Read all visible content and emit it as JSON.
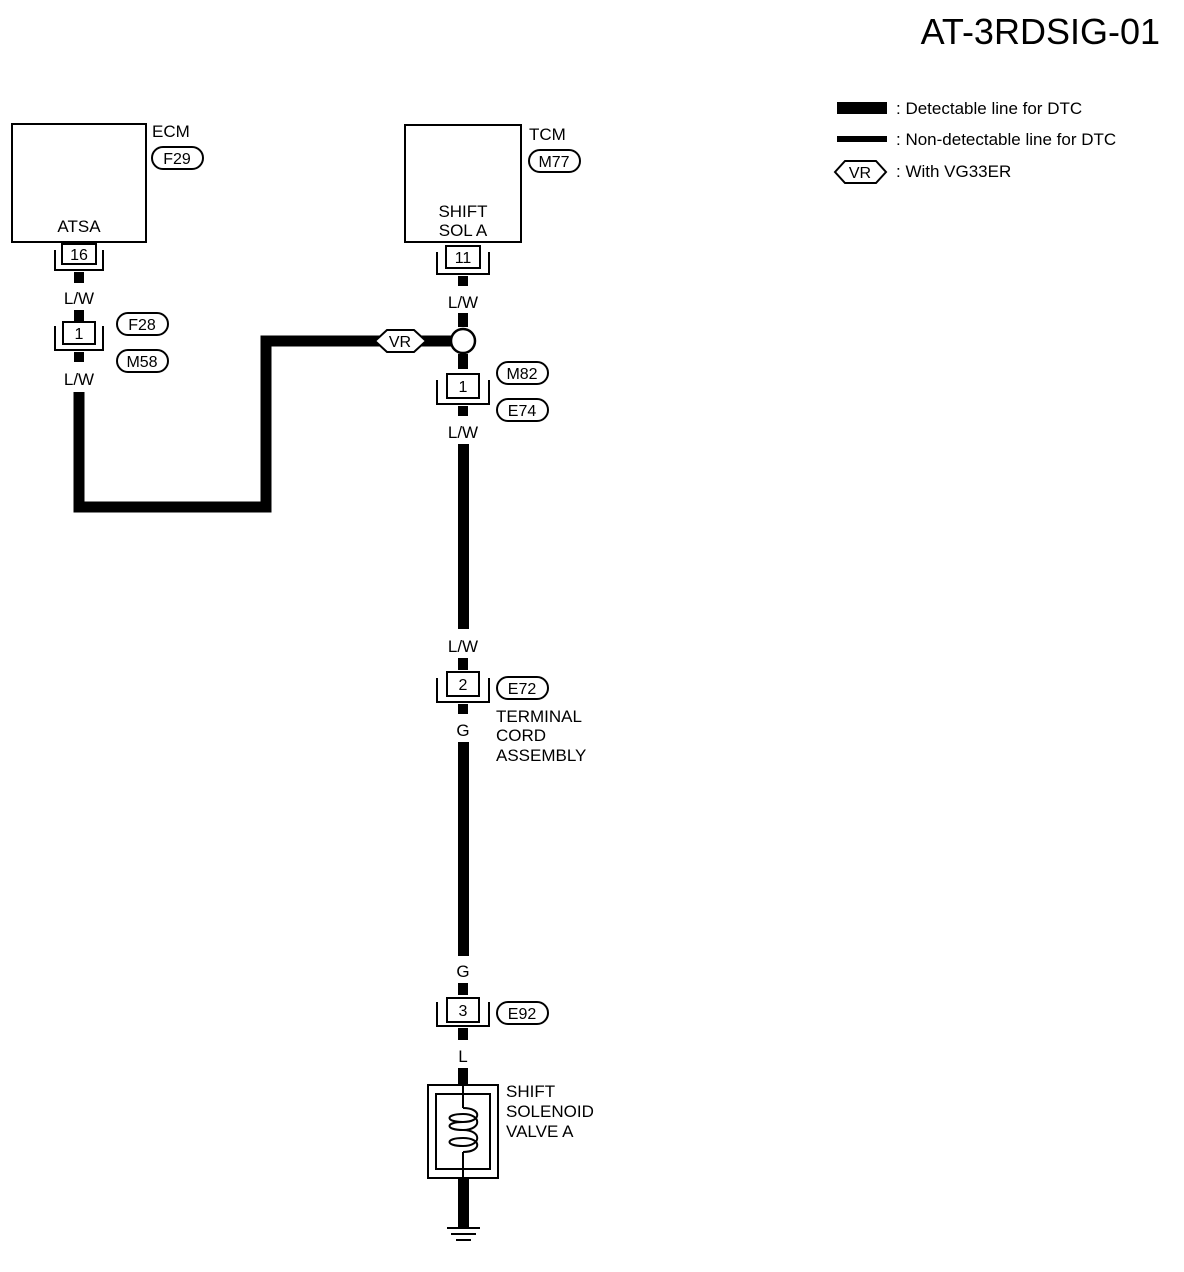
{
  "title": "AT-3RDSIG-01",
  "legend": {
    "detectable": ": Detectable line for DTC",
    "non_detectable": ": Non-detectable line for DTC",
    "option_tag": "VR",
    "option_text": ": With VG33ER"
  },
  "ecm": {
    "name": "ECM",
    "connector": "F29",
    "terminal_label": "ATSA",
    "terminal": "16"
  },
  "tcm": {
    "name": "TCM",
    "connector": "M77",
    "terminal_label_1": "SHIFT",
    "terminal_label_2": "SOL A",
    "terminal": "11"
  },
  "wires": {
    "ecm_out": "L/W",
    "ecm_after_joint": "L/W",
    "tcm_out": "L/W",
    "tcm_after_joint": "L/W",
    "before_e72": "L/W",
    "after_e72": "G",
    "before_e92": "G",
    "after_e92": "L"
  },
  "joint_f28_m58": {
    "terminal": "1",
    "connector_top": "F28",
    "connector_bottom": "M58"
  },
  "joint_m82_e74": {
    "terminal": "1",
    "connector_top": "M82",
    "connector_bottom": "E74"
  },
  "branch_tag": "VR",
  "e72": {
    "terminal": "2",
    "connector": "E72",
    "desc_1": "TERMINAL",
    "desc_2": "CORD",
    "desc_3": "ASSEMBLY"
  },
  "e92": {
    "terminal": "3",
    "connector": "E92"
  },
  "solenoid": {
    "line_1": "SHIFT",
    "line_2": "SOLENOID",
    "line_3": "VALVE A"
  }
}
